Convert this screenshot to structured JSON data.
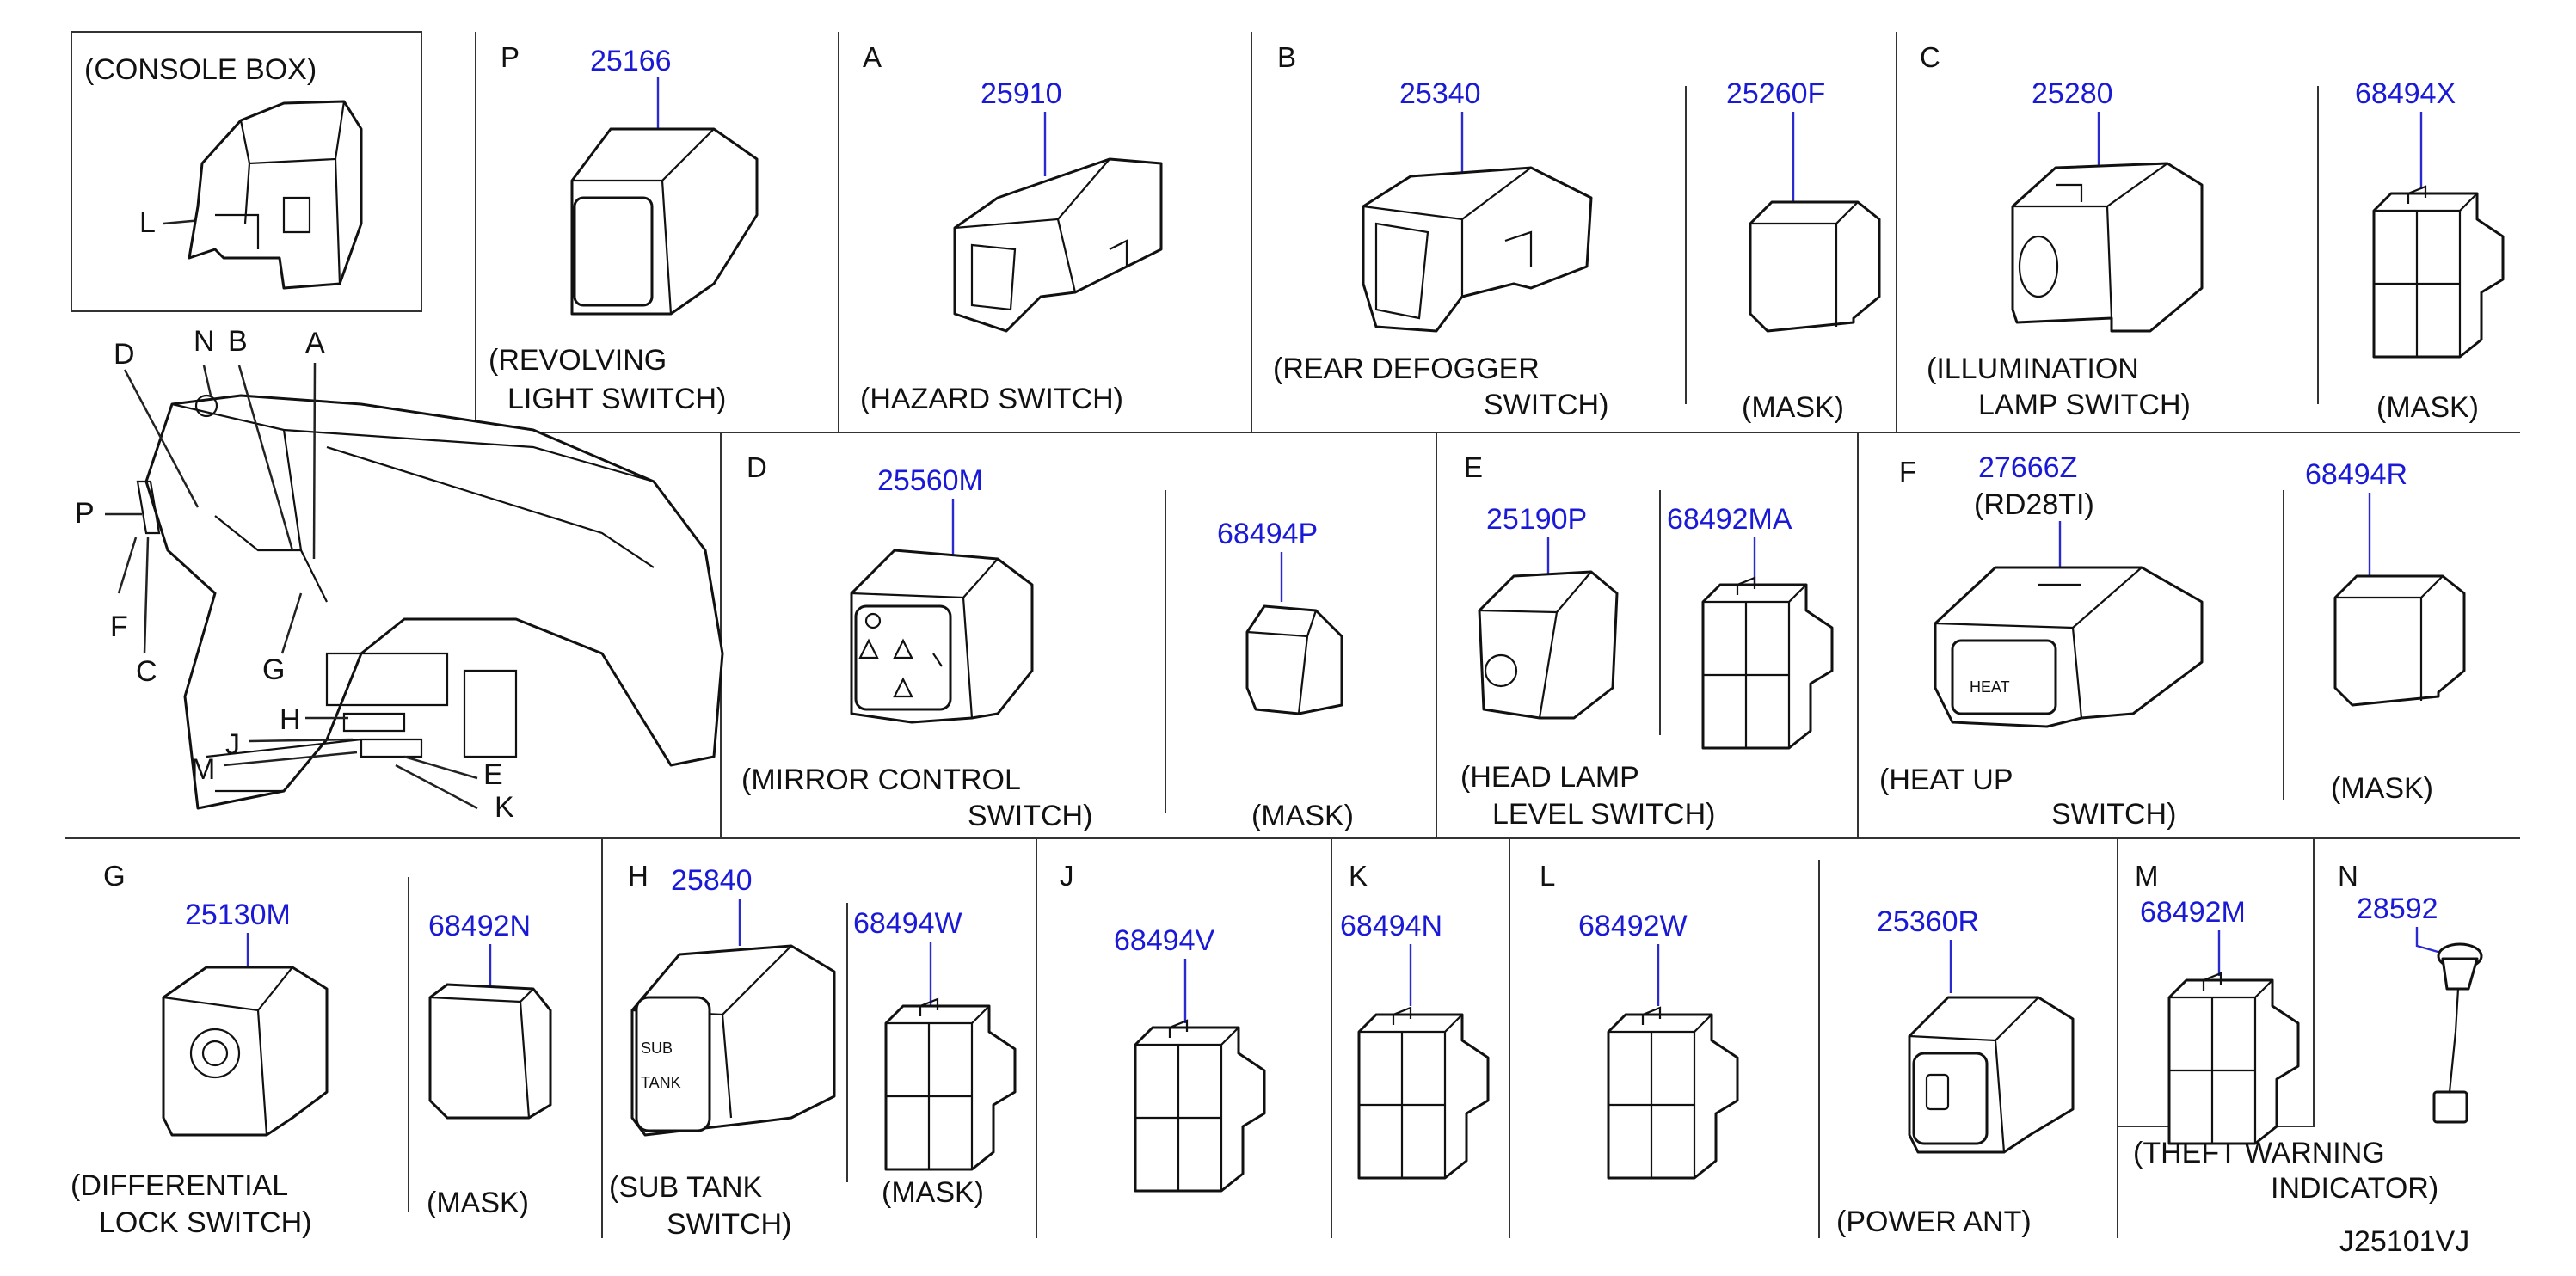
{
  "console_box": {
    "title": "(CONSOLE  BOX)",
    "callout": "L"
  },
  "dash_callouts": {
    "D": "D",
    "N": "N",
    "B": "B",
    "A": "A",
    "P": "P",
    "F": "F",
    "C": "C",
    "G": "G",
    "H": "H",
    "J": "J",
    "M": "M",
    "E": "E",
    "K": "K"
  },
  "sections": {
    "P": {
      "letter": "P",
      "part": "25166",
      "caption1": "(REVOLVING",
      "caption2": "LIGHT  SWITCH)"
    },
    "A": {
      "letter": "A",
      "part": "25910",
      "caption1": "(HAZARD  SWITCH)"
    },
    "B": {
      "letter": "B",
      "part": "25340",
      "caption1": "(REAR  DEFOGGER",
      "caption2": "SWITCH)",
      "mask_part": "25260F",
      "mask_caption": "(MASK)"
    },
    "C": {
      "letter": "C",
      "part": "25280",
      "caption1": "(ILLUMINATION",
      "caption2": "LAMP  SWITCH)",
      "mask_part": "68494X",
      "mask_caption": "(MASK)"
    },
    "D": {
      "letter": "D",
      "part": "25560M",
      "caption1": "(MIRROR  CONTROL",
      "caption2": "SWITCH)",
      "mask_part": "68494P",
      "mask_caption": "(MASK)"
    },
    "E": {
      "letter": "E",
      "part": "25190P",
      "caption1": "(HEAD  LAMP",
      "caption2": "LEVEL  SWITCH)",
      "mask_part": "68492MA"
    },
    "F": {
      "letter": "F",
      "part": "27666Z",
      "part_note": "(RD28TI)",
      "caption1": "(HEAT  UP",
      "caption2": "SWITCH)",
      "mask_part": "68494R",
      "mask_caption": "(MASK)"
    },
    "G": {
      "letter": "G",
      "part": "25130M",
      "caption1": "(DIFFERENTIAL",
      "caption2": "LOCK  SWITCH)",
      "mask_part": "68492N",
      "mask_caption": "(MASK)"
    },
    "H": {
      "letter": "H",
      "part": "25840",
      "caption1": "(SUB  TANK",
      "caption2": "SWITCH)",
      "mask_part": "68494W",
      "mask_caption": "(MASK)",
      "sub_label1": "SUB",
      "sub_label2": "TANK"
    },
    "J": {
      "letter": "J",
      "part": "68494V"
    },
    "K": {
      "letter": "K",
      "part": "68494N"
    },
    "L": {
      "letter": "L",
      "part": "68492W",
      "part2": "25360R",
      "caption2": "(POWER  ANT)"
    },
    "M": {
      "letter": "M",
      "part": "68492M",
      "caption1": "(THEFT  WARNING",
      "caption2": "INDICATOR)"
    },
    "N": {
      "letter": "N",
      "part": "28592"
    }
  },
  "heat_label": "HEAT",
  "drawing_id": "J25101VJ"
}
